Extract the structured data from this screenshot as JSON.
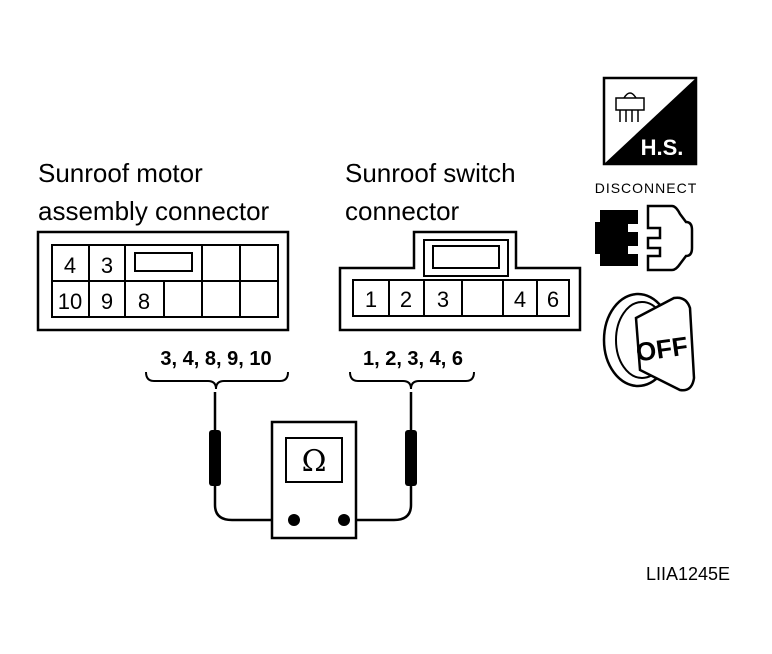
{
  "motor_connector": {
    "label_line1": "Sunroof motor",
    "label_line2": "assembly connector",
    "top_row": [
      "4",
      "3"
    ],
    "bottom_row": [
      "10",
      "9",
      "8"
    ],
    "test_pins": "3, 4, 8, 9, 10"
  },
  "switch_connector": {
    "label_line1": "Sunroof switch",
    "label_line2": "connector",
    "pins": [
      "1",
      "2",
      "3",
      "4",
      "6"
    ],
    "test_pins": "1, 2, 3, 4, 6"
  },
  "meter": {
    "symbol": "Ω"
  },
  "icons": {
    "hs_label": "H.S.",
    "disconnect_label": "DISCONNECT",
    "off_label": "OFF"
  },
  "figure_code": "LIIA1245E"
}
